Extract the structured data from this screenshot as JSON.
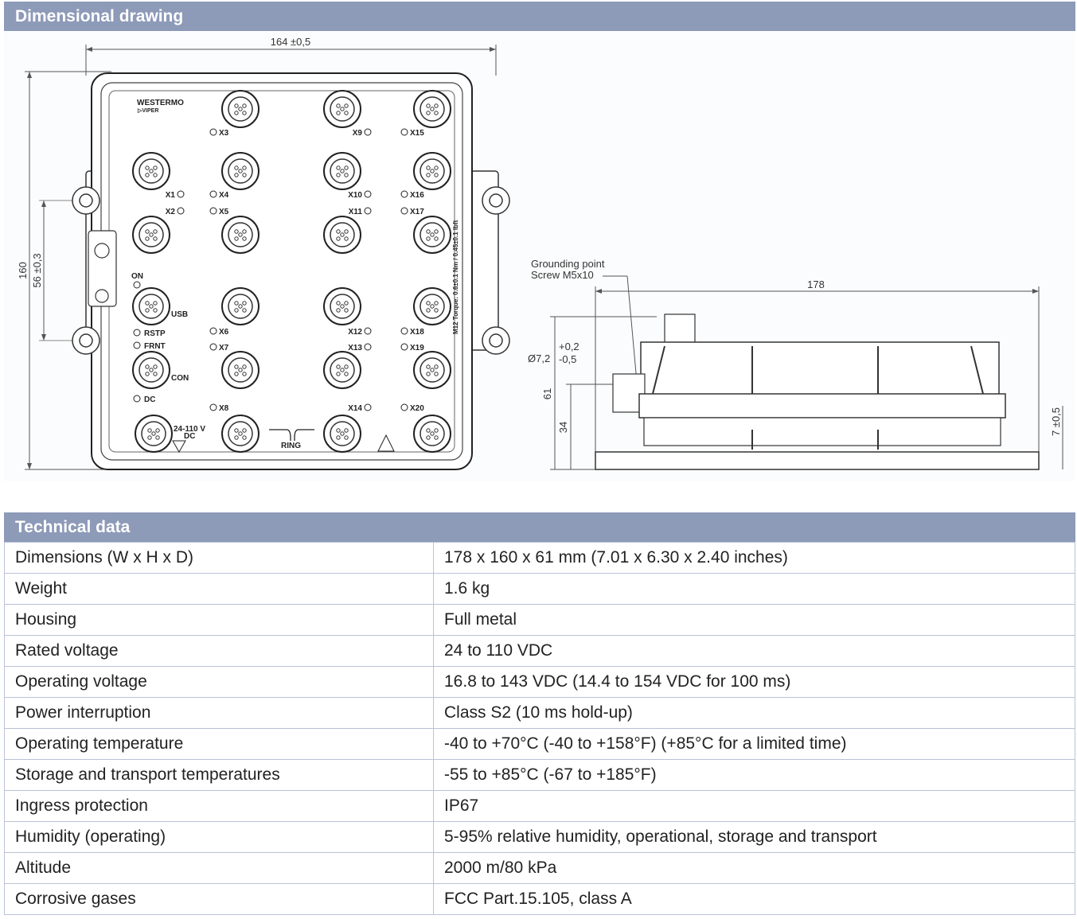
{
  "drawing": {
    "header": "Dimensional drawing",
    "dimensions": {
      "width_top": "164 ±0,5",
      "height_left": "160",
      "mount_spacing": "56 ±0,3",
      "side_length": "178",
      "side_height": "61",
      "side_base": "34",
      "hole_dia": "Ø7,2",
      "hole_tol_plus": "+0,2",
      "hole_tol_minus": "-0,5",
      "foot": "7 ±0,5"
    },
    "grounding": {
      "line1": "Grounding point",
      "line2": "Screw M5x10"
    },
    "brand": "WESTERMO",
    "brand_sub": "▷VIPER",
    "torque_text": "M12 Torque: 0.6±0.1 Nm / 0.45±0.1 lbft",
    "ports": [
      "X1",
      "X2",
      "X3",
      "X4",
      "X5",
      "X6",
      "X7",
      "X8",
      "X9",
      "X10",
      "X11",
      "X12",
      "X13",
      "X14",
      "X15",
      "X16",
      "X17",
      "X18",
      "X19",
      "X20"
    ],
    "labels": {
      "on": "ON",
      "usb": "USB",
      "rstp": "RSTP",
      "frnt": "FRNT",
      "con": "CON",
      "dc": "DC",
      "power1": "24-110 V",
      "power2": "DC",
      "ring": "RING"
    }
  },
  "technical": {
    "header": "Technical data",
    "rows": [
      {
        "label": "Dimensions (W x H x D)",
        "value": "178 x 160 x 61 mm (7.01 x 6.30 x 2.40 inches)"
      },
      {
        "label": "Weight",
        "value": "1.6 kg"
      },
      {
        "label": "Housing",
        "value": "Full metal"
      },
      {
        "label": "Rated voltage",
        "value": "24 to 110 VDC"
      },
      {
        "label": "Operating voltage",
        "value": "16.8 to 143 VDC (14.4 to 154 VDC for 100 ms)"
      },
      {
        "label": "Power interruption",
        "value": "Class S2 (10 ms hold-up)"
      },
      {
        "label": "Operating temperature",
        "value": "-40 to +70°C (-40 to +158°F) (+85°C for a limited time)"
      },
      {
        "label": "Storage and transport temperatures",
        "value": "-55 to +85°C (-67 to +185°F)"
      },
      {
        "label": "Ingress protection",
        "value": "IP67"
      },
      {
        "label": "Humidity (operating)",
        "value": "5-95% relative humidity, operational, storage and transport"
      },
      {
        "label": "Altitude",
        "value": "2000 m/80 kPa"
      },
      {
        "label": "Corrosive gases",
        "value": "FCC Part.15.105, class A"
      }
    ]
  }
}
